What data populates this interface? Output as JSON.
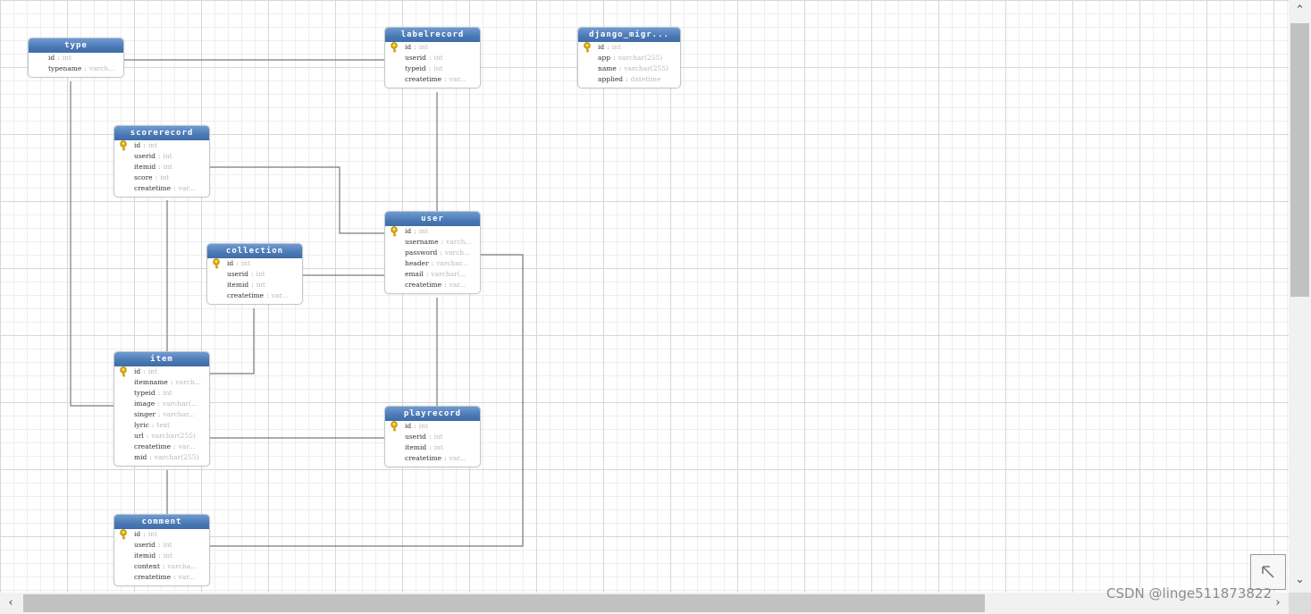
{
  "tables": [
    {
      "id": "type",
      "name": "type",
      "fields": [
        {
          "name": "id",
          "type": "int",
          "pk": false
        },
        {
          "name": "typename",
          "type": "varch...",
          "pk": false
        }
      ]
    },
    {
      "id": "labelrecord",
      "name": "labelrecord",
      "fields": [
        {
          "name": "id",
          "type": "int",
          "pk": true
        },
        {
          "name": "userid",
          "type": "int",
          "pk": false
        },
        {
          "name": "typeid",
          "type": "int",
          "pk": false
        },
        {
          "name": "createtime",
          "type": "var...",
          "pk": false
        }
      ]
    },
    {
      "id": "django_migrations",
      "name": "django_migr...",
      "fields": [
        {
          "name": "id",
          "type": "int",
          "pk": true
        },
        {
          "name": "app",
          "type": "varchar(255)",
          "pk": false
        },
        {
          "name": "name",
          "type": "varchar(255)",
          "pk": false
        },
        {
          "name": "applied",
          "type": "datetime",
          "pk": false
        }
      ]
    },
    {
      "id": "scorerecord",
      "name": "scorerecord",
      "fields": [
        {
          "name": "id",
          "type": "int",
          "pk": true
        },
        {
          "name": "userid",
          "type": "int",
          "pk": false
        },
        {
          "name": "itemid",
          "type": "int",
          "pk": false
        },
        {
          "name": "score",
          "type": "int",
          "pk": false
        },
        {
          "name": "createtime",
          "type": "var...",
          "pk": false
        }
      ]
    },
    {
      "id": "user",
      "name": "user",
      "fields": [
        {
          "name": "id",
          "type": "int",
          "pk": true
        },
        {
          "name": "username",
          "type": "varch...",
          "pk": false
        },
        {
          "name": "password",
          "type": "varch...",
          "pk": false
        },
        {
          "name": "header",
          "type": "varchar...",
          "pk": false
        },
        {
          "name": "email",
          "type": "varchar(...",
          "pk": false
        },
        {
          "name": "createtime",
          "type": "var...",
          "pk": false
        }
      ]
    },
    {
      "id": "collection",
      "name": "collection",
      "fields": [
        {
          "name": "id",
          "type": "int",
          "pk": true
        },
        {
          "name": "userid",
          "type": "int",
          "pk": false
        },
        {
          "name": "itemid",
          "type": "int",
          "pk": false
        },
        {
          "name": "createtime",
          "type": "var...",
          "pk": false
        }
      ]
    },
    {
      "id": "item",
      "name": "item",
      "fields": [
        {
          "name": "id",
          "type": "int",
          "pk": true
        },
        {
          "name": "itemname",
          "type": "varch...",
          "pk": false
        },
        {
          "name": "typeid",
          "type": "int",
          "pk": false
        },
        {
          "name": "image",
          "type": "varchar(...",
          "pk": false
        },
        {
          "name": "singer",
          "type": "varchar...",
          "pk": false
        },
        {
          "name": "lyric",
          "type": "text",
          "pk": false
        },
        {
          "name": "url",
          "type": "varchar(255)",
          "pk": false
        },
        {
          "name": "createtime",
          "type": "var...",
          "pk": false
        },
        {
          "name": "mid",
          "type": "varchar(255)",
          "pk": false
        }
      ]
    },
    {
      "id": "playrecord",
      "name": "playrecord",
      "fields": [
        {
          "name": "id",
          "type": "int",
          "pk": true
        },
        {
          "name": "userid",
          "type": "int",
          "pk": false
        },
        {
          "name": "itemid",
          "type": "int",
          "pk": false
        },
        {
          "name": "createtime",
          "type": "var...",
          "pk": false
        }
      ]
    },
    {
      "id": "comment",
      "name": "comment",
      "fields": [
        {
          "name": "id",
          "type": "int",
          "pk": true
        },
        {
          "name": "userid",
          "type": "int",
          "pk": false
        },
        {
          "name": "itemid",
          "type": "int",
          "pk": false
        },
        {
          "name": "content",
          "type": "varcha...",
          "pk": false
        },
        {
          "name": "createtime",
          "type": "var...",
          "pk": false
        }
      ]
    }
  ],
  "relations": [
    {
      "from": "type",
      "to": "labelrecord"
    },
    {
      "from": "type",
      "to": "item"
    },
    {
      "from": "labelrecord",
      "to": "user"
    },
    {
      "from": "scorerecord",
      "to": "user"
    },
    {
      "from": "scorerecord",
      "to": "item"
    },
    {
      "from": "collection",
      "to": "user"
    },
    {
      "from": "collection",
      "to": "item"
    },
    {
      "from": "user",
      "to": "playrecord"
    },
    {
      "from": "user",
      "to": "comment"
    },
    {
      "from": "item",
      "to": "playrecord"
    },
    {
      "from": "item",
      "to": "comment"
    }
  ],
  "separator": ":",
  "watermark": "CSDN @linge511873822",
  "icons": {
    "primary_key": "key-icon",
    "scroll_up": "chevron-up-icon",
    "scroll_down": "chevron-down-icon",
    "scroll_left": "chevron-left-icon",
    "scroll_right": "chevron-right-icon",
    "outline": "arrow-up-left-icon"
  },
  "colors": {
    "header": "#4a79b5",
    "header_text": "#ffffff",
    "field_name": "#333333",
    "field_type": "#b9b9b9",
    "relation_line": "#7a7a7a",
    "key": "#e8b800"
  }
}
